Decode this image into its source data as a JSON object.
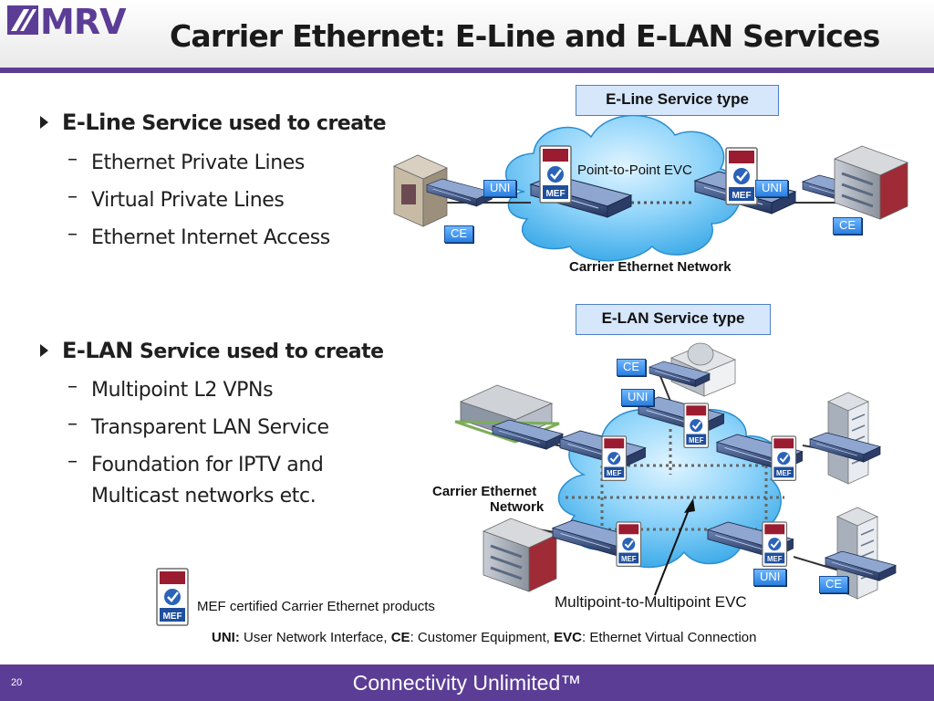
{
  "header": {
    "logo_text": "MRV",
    "title": "Carrier Ethernet: E-Line and E-LAN Services"
  },
  "bullets": [
    {
      "lead": "E-Line",
      "rest": " Service used to create",
      "items": [
        "Ethernet Private Lines",
        "Virtual Private Lines",
        "Ethernet Internet Access"
      ]
    },
    {
      "lead": "E-LAN",
      "rest": " Service used to create",
      "items": [
        "Multipoint L2 VPNs",
        "Transparent LAN Service",
        "Foundation for IPTV and Multicast networks etc."
      ]
    }
  ],
  "eline": {
    "type_label": "E-Line Service type",
    "evc_label": "Point-to-Point EVC",
    "network_label": "Carrier Ethernet Network",
    "uni_label": "UNI",
    "ce_label": "CE"
  },
  "elan": {
    "type_label": "E-LAN Service type",
    "network_label_line1": "Carrier Ethernet",
    "network_label_line2": "Network",
    "evc_label": "Multipoint-to-Multipoint EVC",
    "uni_label": "UNI",
    "ce_label": "CE"
  },
  "legend": {
    "text": "MEF certified Carrier Ethernet products"
  },
  "definitions": {
    "uni_term": "UNI:",
    "uni_def": " User Network Interface, ",
    "ce_term": "CE",
    "ce_def": ": Customer Equipment, ",
    "evc_term": "EVC",
    "evc_def": ": Ethernet Virtual Connection"
  },
  "footer": {
    "slide_number": "20",
    "tagline": "Connectivity Unlimited™"
  },
  "colors": {
    "brand_purple": "#5c3d96",
    "cloud_blue": "#4fb8ee",
    "tag_blue": "#2a7fe0"
  }
}
